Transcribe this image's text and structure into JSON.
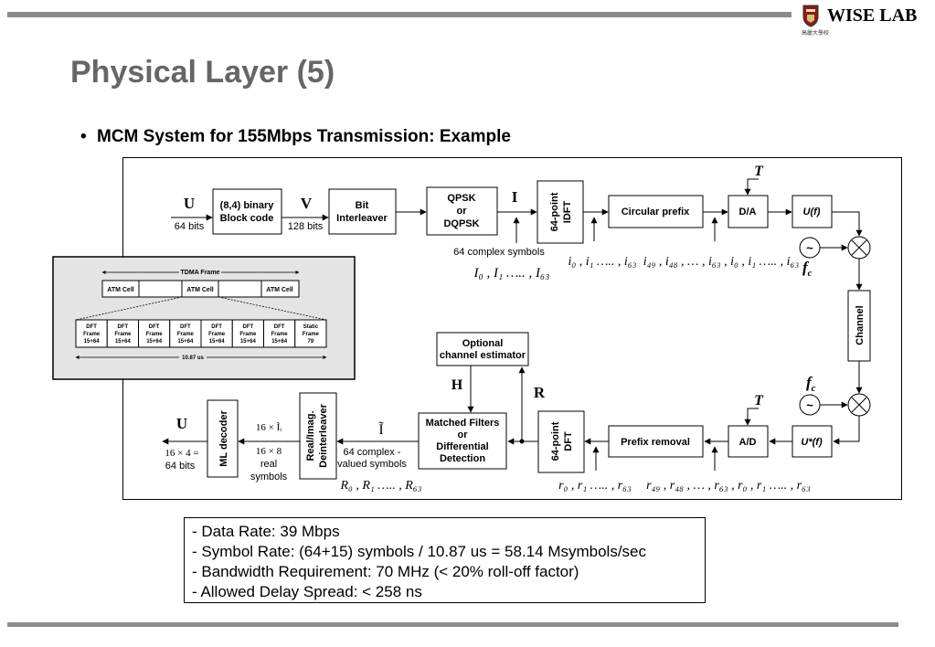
{
  "header": {
    "logo_text": "WISE LAB",
    "logo_subtext": "高麗大學校",
    "title": "Physical Layer (5)"
  },
  "bullet": {
    "marker": "•",
    "text": "MCM System for 155Mbps Transmission:  Example"
  },
  "diagram": {
    "tx": {
      "input_symbol": "U",
      "input_bits": "64 bits",
      "block_code": [
        "(8,4) binary",
        "Block code"
      ],
      "v_symbol": "V",
      "v_bits": "128 bits",
      "interleaver": [
        "Bit",
        "Interleaver"
      ],
      "modulator": [
        "QPSK",
        "or",
        "DQPSK"
      ],
      "i_symbol": "I",
      "idft": [
        "64-point",
        "IDFT"
      ],
      "complex_symbols": "64 complex symbols",
      "i_caps": "I₀ , I₁ ….. , I₆₃",
      "i_lower": "i₀ , i₁ ….. , i₆₃",
      "cyclic_seq": "i₄₉ , i₄₈ , … , i₆₃ , i₀ , i₁ ….. , i₆₃",
      "circular_prefix": "Circular prefix",
      "da": "D/A",
      "t_label": "T",
      "uf": "U(f)",
      "fc": "f",
      "fc_sub": "c",
      "osc": "~",
      "channel": "Channel"
    },
    "rx": {
      "t_label": "T",
      "ad": "A/D",
      "uf_star": "U*(f)",
      "prefix_removal": "Prefix removal",
      "r_seq": "r₄₉ , r₄₈ , … , r₆₃ , r₀ , r₁ ….. , r₆₃",
      "r_lower": "r₀ , r₁ ….. , r₆₃",
      "dft": [
        "64-point",
        "DFT"
      ],
      "r_symbol": "R",
      "estimator": [
        "Optional",
        "channel estimator"
      ],
      "h_symbol": "H",
      "matched": [
        "Matched Filters",
        "or",
        "Differential",
        "Detection"
      ],
      "i_tilde": "Ĩ",
      "complex_valued": [
        "64 complex -",
        "valued symbols"
      ],
      "r_caps": "R₀ , R₁ ….. , R₆₃",
      "deinterleaver": [
        "Real/Imag.",
        "Deinterleaver"
      ],
      "sixteen_i": "16 × Ĩᵢ",
      "real_symbols": [
        "16 × 8",
        "real",
        "symbols"
      ],
      "ml_decoder": "ML decoder",
      "output_symbol": "U",
      "output_bits": [
        "16 × 4  =",
        "64 bits"
      ]
    },
    "tdma": {
      "frame_label": "TDMA Frame",
      "cells": [
        "ATM Cell",
        "",
        "ATM Cell",
        "",
        "ATM Cell"
      ],
      "dft_frames": [
        [
          "DFT",
          "Frame",
          "15+64"
        ],
        [
          "DFT",
          "Frame",
          "15+64"
        ],
        [
          "DFT",
          "Frame",
          "15+64"
        ],
        [
          "DFT",
          "Frame",
          "15+64"
        ],
        [
          "DFT",
          "Frame",
          "15+64"
        ],
        [
          "DFT",
          "Frame",
          "15+64"
        ],
        [
          "DFT",
          "Frame",
          "15+64"
        ],
        [
          "Static",
          "Frame",
          "79"
        ]
      ],
      "duration": "10.87 us"
    }
  },
  "info_box": {
    "lines": [
      "-  Data Rate:  39 Mbps",
      "-  Symbol Rate:  (64+15) symbols / 10.87 us = 58.14 Msymbols/sec",
      "-  Bandwidth Requirement:  70 MHz (< 20% roll-off factor)",
      "-  Allowed Delay Spread:  < 258 ns"
    ]
  }
}
